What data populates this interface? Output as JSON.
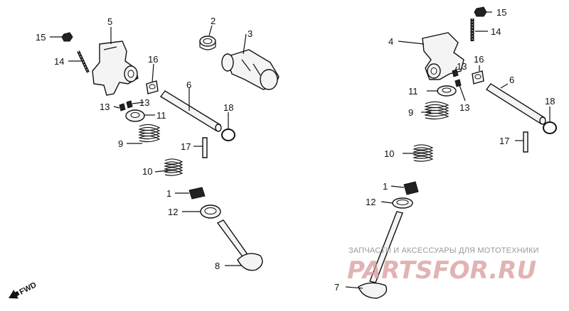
{
  "diagram": {
    "callouts_left": [
      "15",
      "14",
      "5",
      "2",
      "3",
      "16",
      "6",
      "13",
      "13",
      "11",
      "18",
      "9",
      "17",
      "10",
      "1",
      "12",
      "8"
    ],
    "callouts_right": [
      "15",
      "14",
      "4",
      "16",
      "13",
      "6",
      "11",
      "13",
      "9",
      "18",
      "17",
      "10",
      "1",
      "12",
      "7"
    ],
    "fwd_label": "FWD"
  },
  "watermark": {
    "tagline": "ЗАПЧАСТИ И АКСЕССУАРЫ ДЛЯ МОТОТЕХНИКИ",
    "brand": "PARTSFOR.RU"
  }
}
